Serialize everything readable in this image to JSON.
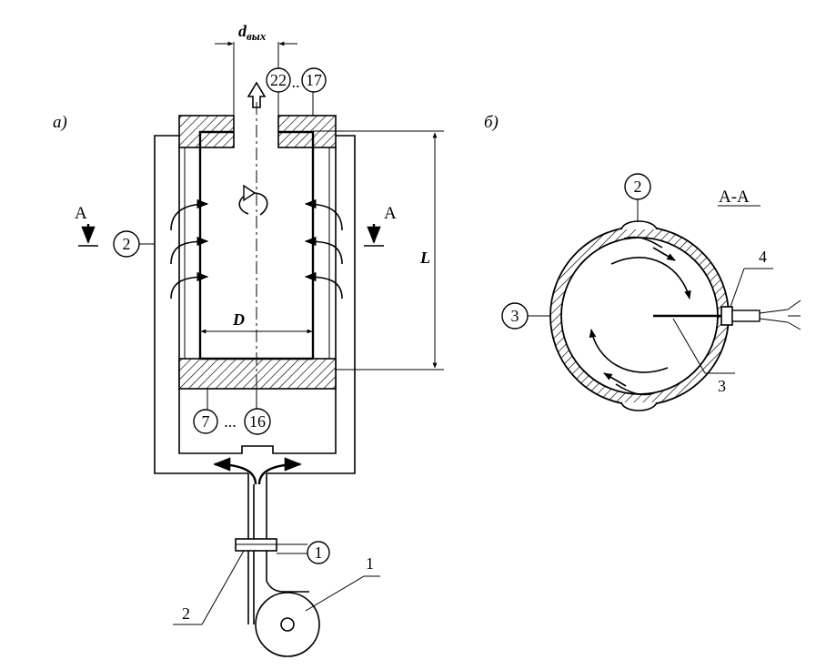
{
  "panel_a": {
    "label": "а)",
    "d_out": "d",
    "d_out_sub": "вых",
    "L": "L",
    "D": "D",
    "section_mark": "A",
    "top_circles": [
      "22",
      "17"
    ],
    "top_dots": "..",
    "bottom_circles": [
      "7",
      "16"
    ],
    "bottom_dots": "...",
    "side_circle": "2",
    "meter_circle": "1",
    "fan_label": "1",
    "meter_label": "2"
  },
  "panel_b": {
    "label": "б)",
    "section_title": "А-А",
    "top_circle": "2",
    "left_circle": "3",
    "probe_label": "3",
    "holder_label": "4"
  }
}
